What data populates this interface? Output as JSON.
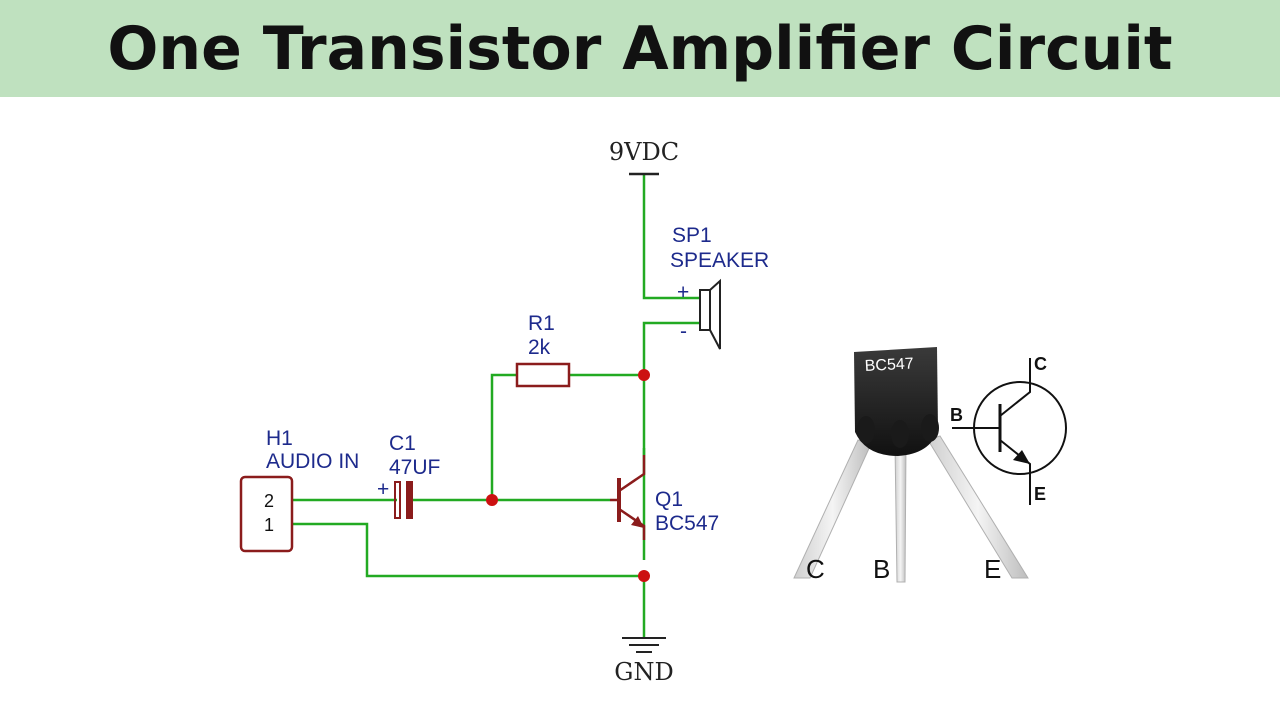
{
  "title": "One Transistor Amplifier Circuit",
  "colors": {
    "header_bg": "#bfe1bf",
    "wire": "#22aa22",
    "component": "#8b1c1c",
    "junction": "#cc1111",
    "label": "#1d2a8c"
  },
  "schematic": {
    "supply": "9VDC",
    "ground": "GND",
    "speaker": {
      "ref": "SP1",
      "value": "SPEAKER",
      "plus": "+",
      "minus": "-"
    },
    "resistor": {
      "ref": "R1",
      "value": "2k"
    },
    "capacitor": {
      "ref": "C1",
      "value": "47UF",
      "plus": "+"
    },
    "header": {
      "ref": "H1",
      "value": "AUDIO IN",
      "pin2": "2",
      "pin1": "1"
    },
    "transistor": {
      "ref": "Q1",
      "value": "BC547"
    }
  },
  "package": {
    "marking": "BC547",
    "legs": [
      "C",
      "B",
      "E"
    ]
  },
  "symbol": {
    "collector": "C",
    "base": "B",
    "emitter": "E"
  }
}
